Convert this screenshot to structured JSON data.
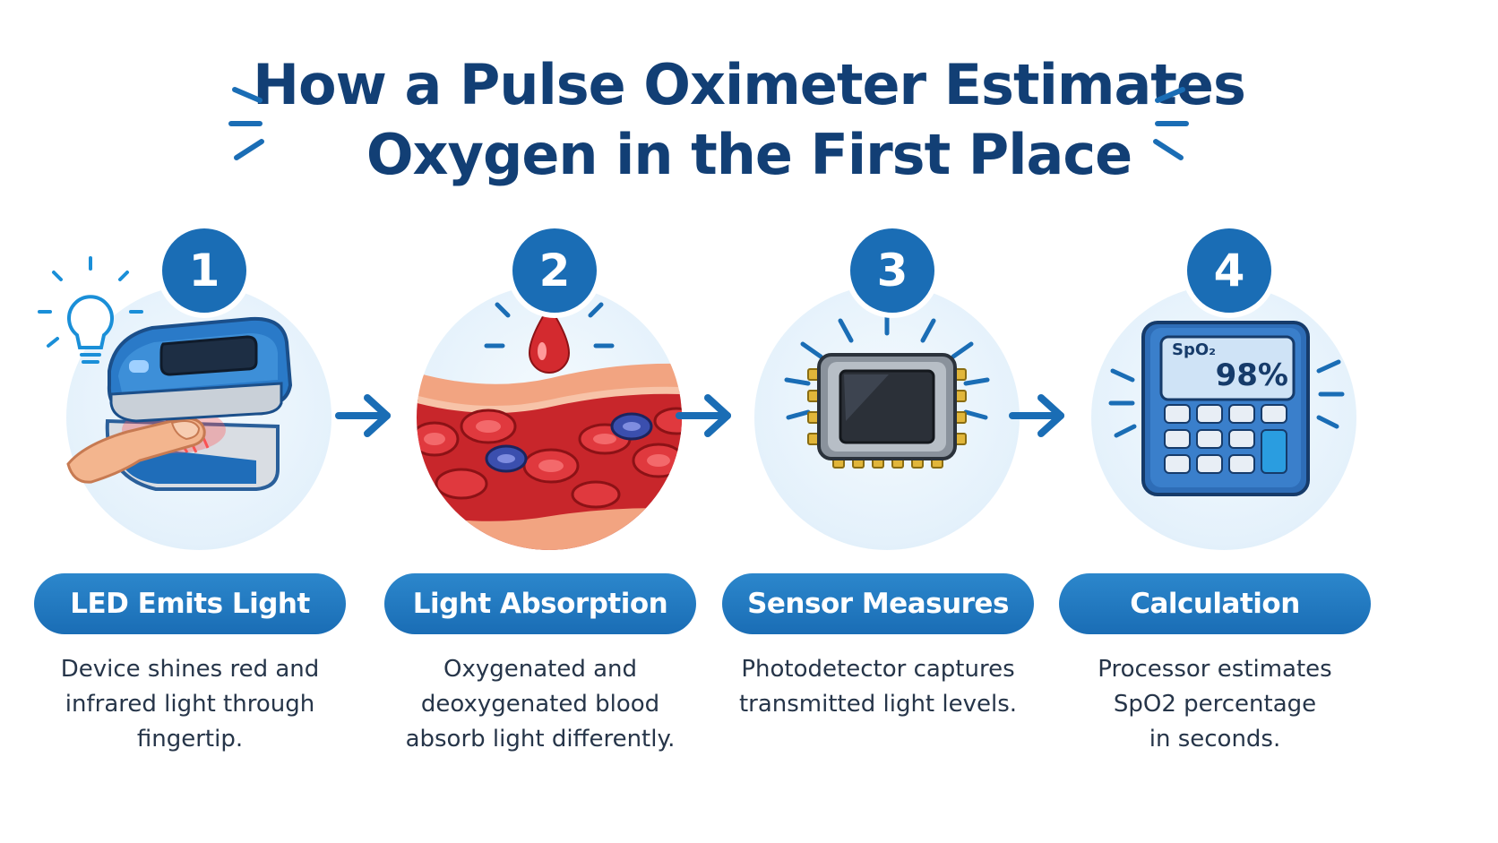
{
  "title": {
    "line1": "How a Pulse Oximeter Estimates",
    "line2": "Oxygen in the First Place"
  },
  "colors": {
    "navy": "#123f75",
    "accent_blue": "#1a6db5",
    "circle_bg": "#e4f1fb",
    "blood_red": "#d32a2f",
    "deoxy_blue": "#3b4fae",
    "text": "#263549"
  },
  "steps": [
    {
      "number": "1",
      "label": "LED Emits Light",
      "description": [
        "Device shines red and",
        "infrared light through",
        "fingertip."
      ],
      "icon": "pulse-oximeter-icon"
    },
    {
      "number": "2",
      "label": "Light Absorption",
      "description": [
        "Oxygenated and",
        "deoxygenated blood",
        "absorb light differently."
      ],
      "icon": "blood-vessel-icon"
    },
    {
      "number": "3",
      "label": "Sensor Measures",
      "description": [
        "Photodetector captures",
        "transmitted light levels."
      ],
      "icon": "photodetector-chip-icon"
    },
    {
      "number": "4",
      "label": "Calculation",
      "description": [
        "Processor estimates",
        "SpO2 percentage",
        "in seconds."
      ],
      "icon": "calculator-icon",
      "screen": {
        "label": "SpO₂",
        "value": "98%"
      }
    }
  ]
}
